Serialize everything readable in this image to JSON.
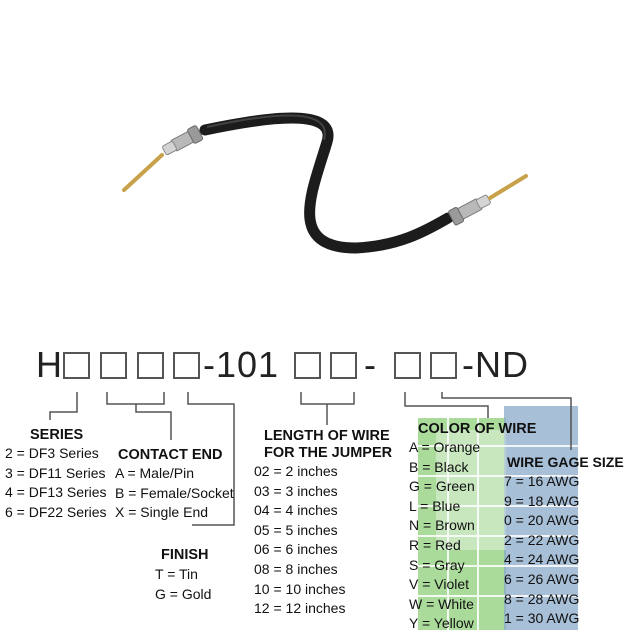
{
  "part_number": {
    "prefix": "H",
    "middle": "-101",
    "separator": "-",
    "suffix": "-ND"
  },
  "series": {
    "title": "SERIES",
    "items": [
      "2 = DF3 Series",
      "3 = DF11 Series",
      "4 = DF13 Series",
      "6 = DF22 Series"
    ]
  },
  "contact_end": {
    "title": "CONTACT END",
    "items": [
      "A = Male/Pin",
      "B = Female/Socket",
      "X = Single End"
    ]
  },
  "finish": {
    "title": "FINISH",
    "items": [
      "T = Tin",
      "G = Gold"
    ]
  },
  "length": {
    "title_line1": "LENGTH OF WIRE",
    "title_line2": "FOR THE JUMPER",
    "items": [
      "02 = 2 inches",
      "03 = 3 inches",
      "04 = 4 inches",
      "05 = 5 inches",
      "06 = 6 inches",
      "08 = 8 inches",
      "10 = 10 inches",
      "12 = 12 inches"
    ]
  },
  "color": {
    "title": "COLOR OF WIRE",
    "items": [
      "A = Orange",
      "B = Black",
      "G = Green",
      "L = Blue",
      "N = Brown",
      "R = Red",
      "S = Gray",
      "V = Violet",
      "W = White",
      "Y = Yellow"
    ]
  },
  "gage": {
    "title": "WIRE GAGE SIZE",
    "items": [
      "7 = 16 AWG",
      "9 = 18 AWG",
      "0 = 20 AWG",
      "2 = 22 AWG",
      "4 = 24 AWG",
      "6 = 26 AWG",
      "8 = 28 AWG",
      "1 = 30 AWG"
    ]
  },
  "colors": {
    "wire": "#1c1c1c",
    "pin": "#c8a24a",
    "connector": "#b9b9b9",
    "lines": "#555555",
    "watermark_green": "#8fcf7a",
    "watermark_blue": "#8aa9c9"
  },
  "icons": {
    "watermark": "digikey-logo-watermark"
  }
}
